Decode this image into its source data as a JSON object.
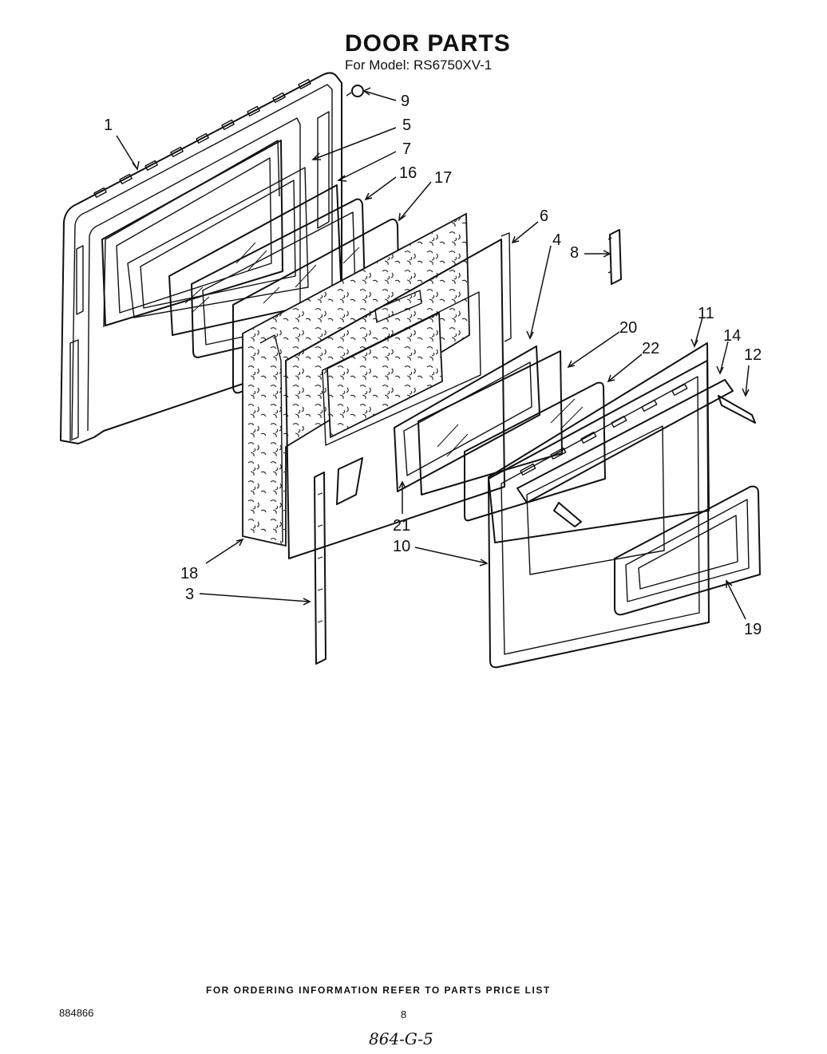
{
  "title": "DOOR PARTS",
  "subtitle": "For Model: RS6750XV-1",
  "callouts": [
    {
      "id": "1",
      "label": "1"
    },
    {
      "id": "5",
      "label": "5"
    },
    {
      "id": "7",
      "label": "7"
    },
    {
      "id": "9",
      "label": "9"
    },
    {
      "id": "16",
      "label": "16"
    },
    {
      "id": "17",
      "label": "17"
    },
    {
      "id": "6",
      "label": "6"
    },
    {
      "id": "4",
      "label": "4"
    },
    {
      "id": "8",
      "label": "8"
    },
    {
      "id": "20",
      "label": "20"
    },
    {
      "id": "22",
      "label": "22"
    },
    {
      "id": "11",
      "label": "11"
    },
    {
      "id": "14",
      "label": "14"
    },
    {
      "id": "12",
      "label": "12"
    },
    {
      "id": "21",
      "label": "21"
    },
    {
      "id": "10",
      "label": "10"
    },
    {
      "id": "18",
      "label": "18"
    },
    {
      "id": "3",
      "label": "3"
    },
    {
      "id": "19",
      "label": "19"
    }
  ],
  "footer_note": "FOR ORDERING INFORMATION REFER TO PARTS PRICE LIST",
  "doc_number": "884866",
  "page_number": "8",
  "handwritten_note": "864-G-5"
}
